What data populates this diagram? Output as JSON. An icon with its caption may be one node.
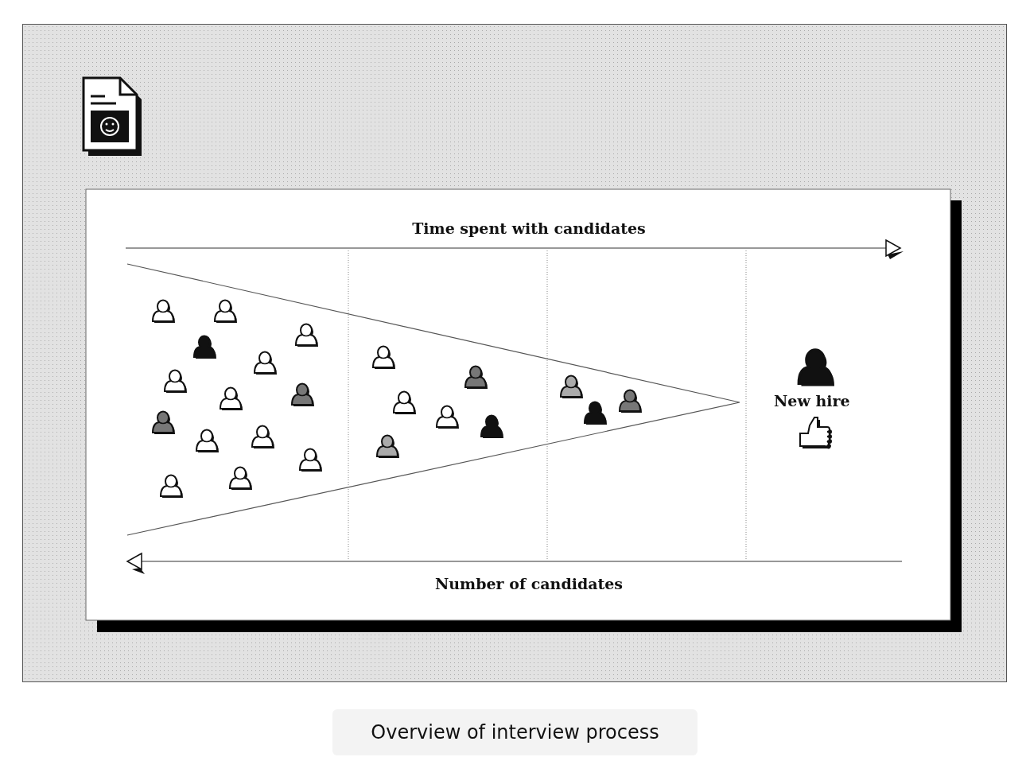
{
  "diagram": {
    "caption": "Overview of interview process",
    "labels": [
      "Time spent with candidates",
      "New hire",
      "Number of candidates"
    ]
  }
}
